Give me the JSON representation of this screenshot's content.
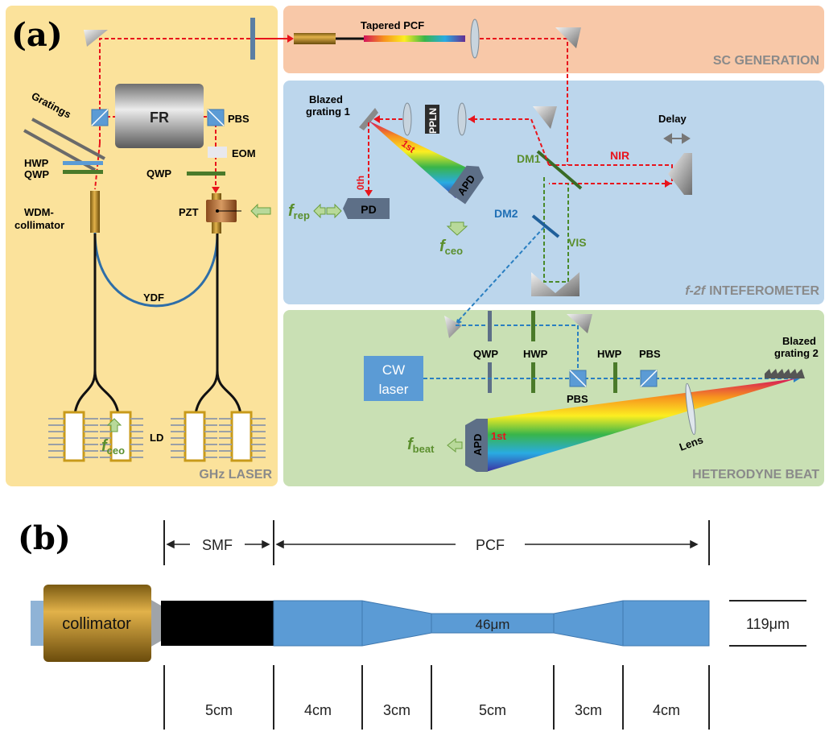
{
  "panel_a": {
    "letter": "(a)",
    "sections": {
      "laser": "GHz LASER",
      "sc": "SC GENERATION",
      "f2f": "INTEFEROMETER",
      "f2f_prefix": "f-2f",
      "beat": "HETERODYNE BEAT"
    },
    "labels": {
      "tapered_pcf": "Tapered PCF",
      "fr": "FR",
      "pbs": "PBS",
      "eom": "EOM",
      "gratings": "Gratings",
      "hwp": "HWP",
      "qwp": "QWP",
      "qwp2": "QWP",
      "wdm_1": "WDM-",
      "wdm_2": "collimator",
      "pzt": "PZT",
      "ydf": "YDF",
      "ld": "LD",
      "blazed1_1": "Blazed",
      "blazed1_2": "grating 1",
      "ppln": "PPLN",
      "first_order": "1st",
      "zeroth_order": "0th",
      "pd": "PD",
      "apd": "APD",
      "dm1": "DM1",
      "dm2": "DM2",
      "nir": "NIR",
      "vis": "VIS",
      "delay": "Delay",
      "f_rep_main": "f",
      "f_rep_sub": "rep",
      "f_ceo_main": "f",
      "f_ceo_sub": "ceo",
      "f_beat_main": "f",
      "f_beat_sub": "beat",
      "cw_1": "CW",
      "cw_2": "laser",
      "beat_qwp": "QWP",
      "beat_hwp1": "HWP",
      "beat_hwp2": "HWP",
      "beat_pbs1": "PBS",
      "beat_pbs2": "PBS",
      "blazed2_1": "Blazed",
      "blazed2_2": "grating 2",
      "lens": "Lens",
      "apd2": "APD",
      "first_order2": "1st"
    }
  },
  "panel_b": {
    "letter": "(b)",
    "smf": "SMF",
    "pcf": "PCF",
    "collimator": "collimator",
    "waist": "46μm",
    "outer_diameter": "119μm",
    "segments": [
      "5cm",
      "4cm",
      "3cm",
      "5cm",
      "3cm",
      "4cm"
    ]
  },
  "colors": {
    "laser_bg": "#fbe29b",
    "sc_bg": "#f8c8a8",
    "f2f_bg": "#bcd6ec",
    "beat_bg": "#c9e0b4",
    "beam_red": "#e8141c",
    "beam_blue": "#2a7fc1",
    "beam_green": "#5b8f2e",
    "fiber_blue": "#5b9bd5"
  }
}
